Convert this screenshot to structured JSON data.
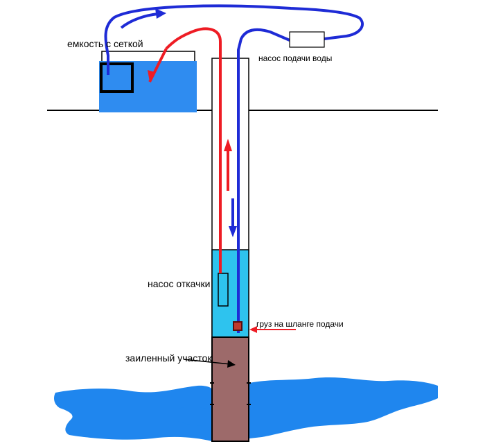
{
  "labels": {
    "tank": "емкость с сеткой",
    "supply_pump": "насос подачи воды",
    "drain_pump": "насос откачки",
    "hose_weight": "груз на шланге подачи",
    "silted_zone": "заиленный участок"
  },
  "colors": {
    "water_tank": "#2f8cf0",
    "well_water": "#2ec3ee",
    "groundwater": "#1f86ee",
    "silt": "#9d6a6a",
    "supply_line": "#1e2bd6",
    "drain_line": "#ee1c24",
    "outline": "#000000"
  }
}
